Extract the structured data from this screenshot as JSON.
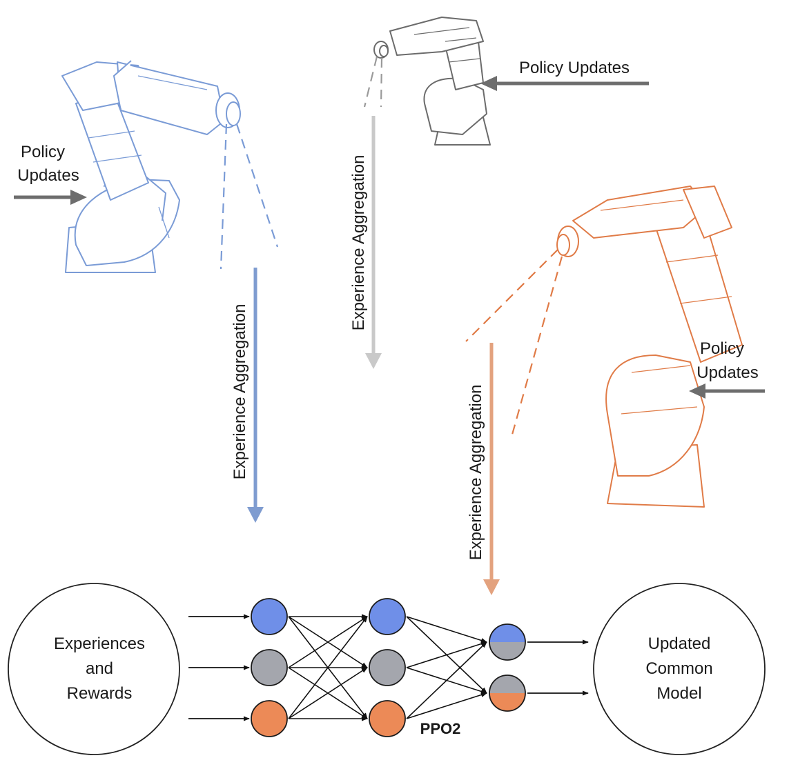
{
  "labels": {
    "policy_updates_left_line1": "Policy",
    "policy_updates_left_line2": "Updates",
    "policy_updates_top": "Policy Updates",
    "policy_updates_right_line1": "Policy",
    "policy_updates_right_line2": "Updates",
    "experience_aggregation_blue": "Experience Aggregation",
    "experience_aggregation_gray": "Experience Aggregation",
    "experience_aggregation_orange": "Experience Aggregation",
    "experiences_line1": "Experiences",
    "experiences_line2": "and",
    "experiences_line3": "Rewards",
    "model_line1": "Updated",
    "model_line2": "Common",
    "model_line3": "Model",
    "algorithm": "PPO2"
  },
  "colors": {
    "blue_robot": "#7a9bd6",
    "gray_robot": "#6b6b6b",
    "orange_robot": "#e07b47",
    "blue_arrow": "#7f9cd0",
    "gray_arrow": "#c9c9c9",
    "orange_arrow": "#e3a27e",
    "policy_arrow": "#6d6d6d",
    "node_blue": "#6f8fe8",
    "node_gray": "#a4a6ad",
    "node_orange": "#ec8a57"
  }
}
